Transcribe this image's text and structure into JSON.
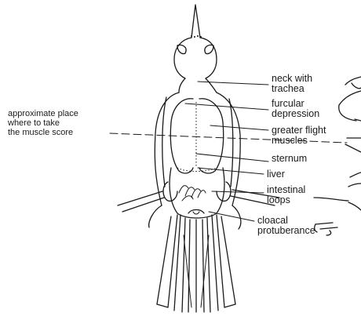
{
  "labels": {
    "neck_line1": "neck with",
    "neck_line2": "trachea",
    "furcular_line1": "furcular",
    "furcular_line2": "depression",
    "flight_line1": "greater flight",
    "flight_line2": "muscles",
    "sternum": "sternum",
    "liver": "liver",
    "intestinal_line1": "intestinal",
    "intestinal_line2": "loops",
    "cloacal_line1": "cloacal",
    "cloacal_line2": "protuberance",
    "approx_line1": "approximate place",
    "approx_line2": "where to take",
    "approx_line3": "the muscle score"
  }
}
